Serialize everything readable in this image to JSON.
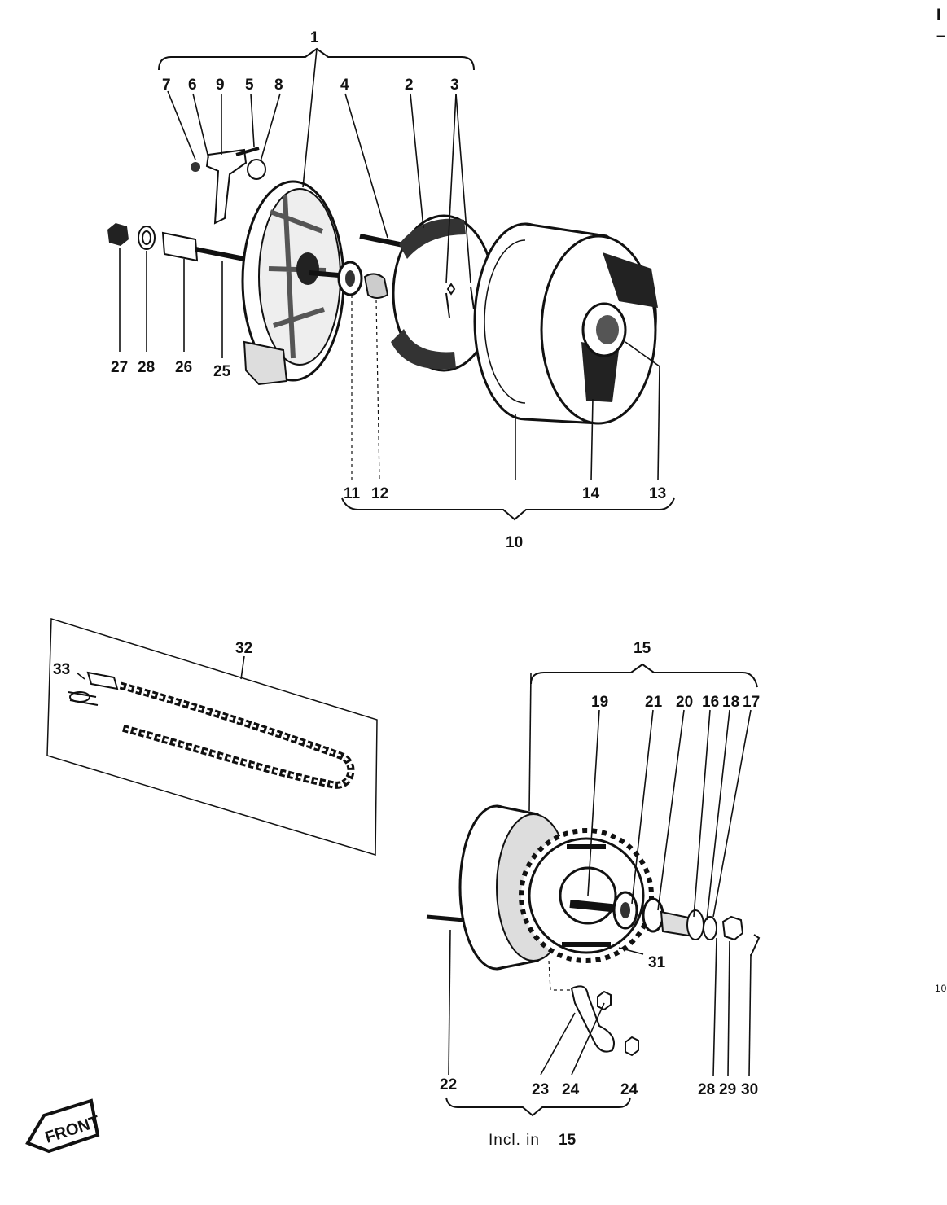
{
  "page_marks": {
    "corner_char": "I",
    "corner_dash": "–",
    "side_number": "10"
  },
  "callouts": {
    "n1": "1",
    "n2": "2",
    "n3": "3",
    "n4": "4",
    "n5": "5",
    "n6": "6",
    "n7": "7",
    "n8": "8",
    "n9": "9",
    "n10": "10",
    "n11": "11",
    "n12": "12",
    "n13": "13",
    "n14": "14",
    "n15": "15",
    "n16": "16",
    "n17": "17",
    "n18": "18",
    "n19": "19",
    "n20": "20",
    "n21": "21",
    "n22": "22",
    "n23": "23",
    "n24a": "24",
    "n24b": "24",
    "n25": "25",
    "n26": "26",
    "n27": "27",
    "n28a": "28",
    "n28b": "28",
    "n29": "29",
    "n30": "30",
    "n31": "31",
    "n32": "32",
    "n33": "33"
  },
  "notes": {
    "incl_prefix": "Incl. in",
    "incl_number": "15"
  },
  "front_badge": {
    "text": "FRONT"
  }
}
